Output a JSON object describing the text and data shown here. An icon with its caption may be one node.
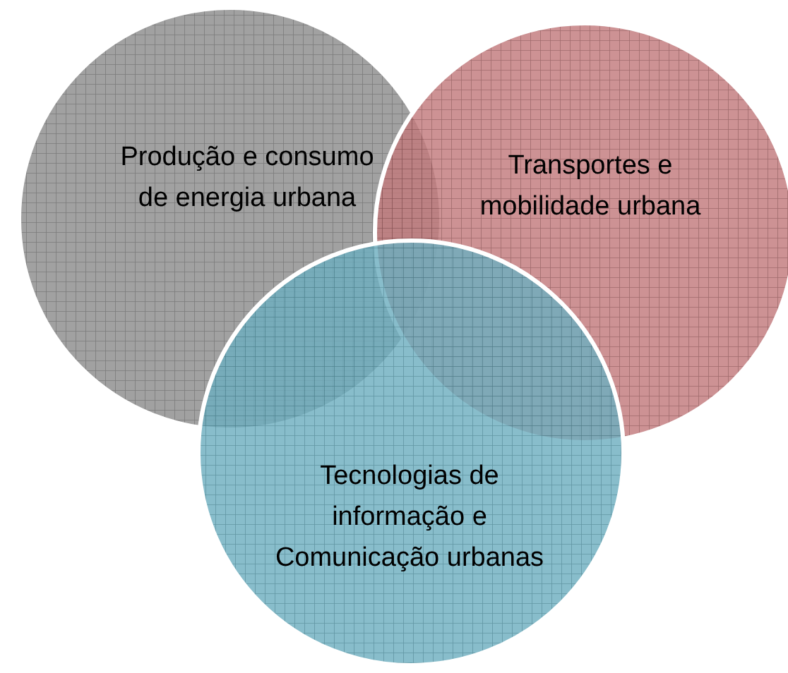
{
  "diagram": {
    "nodes": [
      {
        "text": [
          "Produção e consumo de energia urbana"
        ]
      },
      {
        "text": [
          "Transportes e mobilidade urbana"
        ]
      },
      {
        "text": [
          "Tecnologias de informação e Comunicação urbanas"
        ]
      }
    ]
  }
}
